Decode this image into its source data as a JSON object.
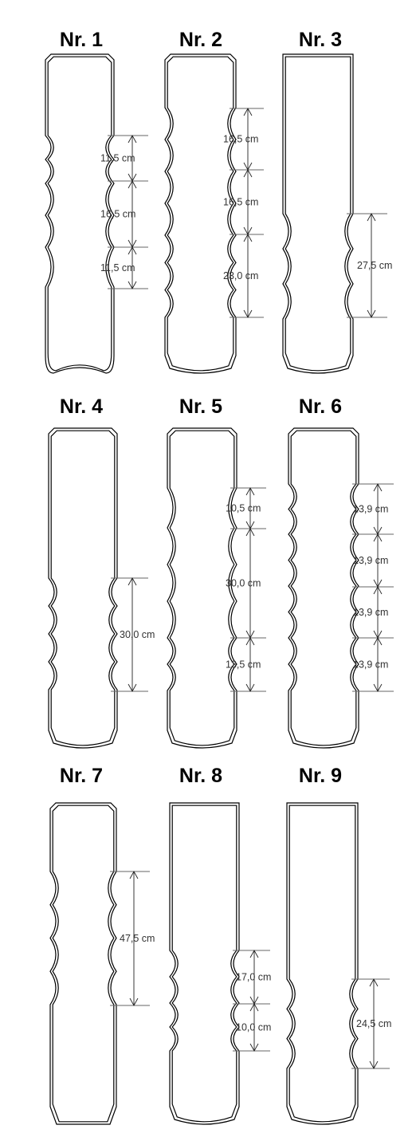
{
  "panels": [
    {
      "title": "Nr. 1",
      "measures": [
        "11,5 cm",
        "16,5 cm",
        "11,5 cm"
      ]
    },
    {
      "title": "Nr. 2",
      "measures": [
        "16,5 cm",
        "16,5 cm",
        "23,0 cm"
      ]
    },
    {
      "title": "Nr. 3",
      "measures": [
        "27,5 cm"
      ]
    },
    {
      "title": "Nr. 4",
      "measures": [
        "30,0 cm"
      ]
    },
    {
      "title": "Nr. 5",
      "measures": [
        "10,5 cm",
        "30,0 cm",
        "13,5 cm"
      ]
    },
    {
      "title": "Nr. 6",
      "measures": [
        "13,9 cm",
        "13,9 cm",
        "13,9 cm",
        "13,9 cm"
      ]
    },
    {
      "title": "Nr. 7",
      "measures": [
        "47,5 cm"
      ]
    },
    {
      "title": "Nr. 8",
      "measures": [
        "17,0 cm",
        "10,0 cm"
      ]
    },
    {
      "title": "Nr. 9",
      "measures": [
        "24,5 cm"
      ]
    }
  ]
}
